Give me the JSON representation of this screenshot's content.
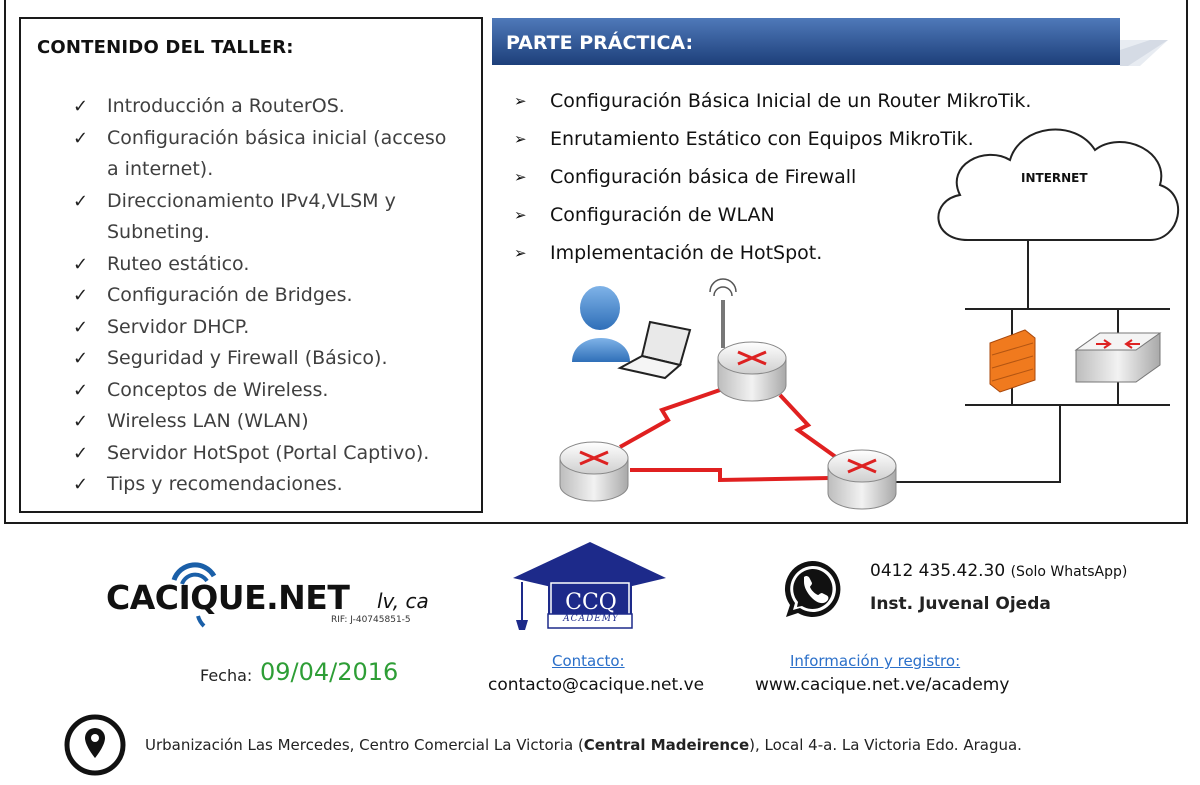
{
  "left": {
    "title": "CONTENIDO DEL TALLER:",
    "check_icon": "check-mark-icon",
    "items": [
      "Introducción a RouterOS.",
      "Configuración básica inicial (acceso a internet).",
      "Direccionamiento IPv4,VLSM y Subneting.",
      "Ruteo estático.",
      "Configuración de Bridges.",
      "Servidor DHCP.",
      "Seguridad y Firewall (Básico).",
      "Conceptos de Wireless.",
      "Wireless LAN (WLAN)",
      "Servidor HotSpot (Portal Captivo).",
      "Tips y recomendaciones."
    ]
  },
  "right": {
    "title": "PARTE PRÁCTICA:",
    "banner_color": "#2b4f8f",
    "items": [
      "Configuración Básica Inicial de un Router MikroTik.",
      "Enrutamiento Estático con Equipos MikroTik.",
      "Configuración básica de Firewall",
      "Configuración de WLAN",
      "Implementación de HotSpot."
    ]
  },
  "diagram": {
    "cloud_label": "INTERNET",
    "icons": [
      "user-icon",
      "laptop-icon",
      "wireless-router-icon",
      "router-icon",
      "firewall-icon",
      "switch-icon",
      "cloud-icon"
    ],
    "link_color": "#e02020"
  },
  "footer": {
    "brand": "CACIQUE.NET",
    "brand_suffix": "lv, ca",
    "rif": "RIF: J-40745851-5",
    "ccq": "CCQ",
    "academy": "ACADEMY",
    "phone": "0412 435.42.30",
    "phone_note": "(Solo WhatsApp)",
    "inst": "Inst. Juvenal Ojeda",
    "fecha_label": "Fecha:",
    "fecha": "09/04/2016",
    "contact_label": "Contacto:",
    "contact_email": "contacto@cacique.net.ve",
    "info_label": "Información y registro:",
    "info_url": "www.cacique.net.ve/academy",
    "address_start": "Urbanización Las Mercedes, Centro Comercial La Victoria (",
    "address_bold": "Central Madeirence",
    "address_end": "), Local 4-a. La Victoria Edo. Aragua.",
    "accent_green": "#2e9e36",
    "link_blue": "#2a6fc9"
  }
}
